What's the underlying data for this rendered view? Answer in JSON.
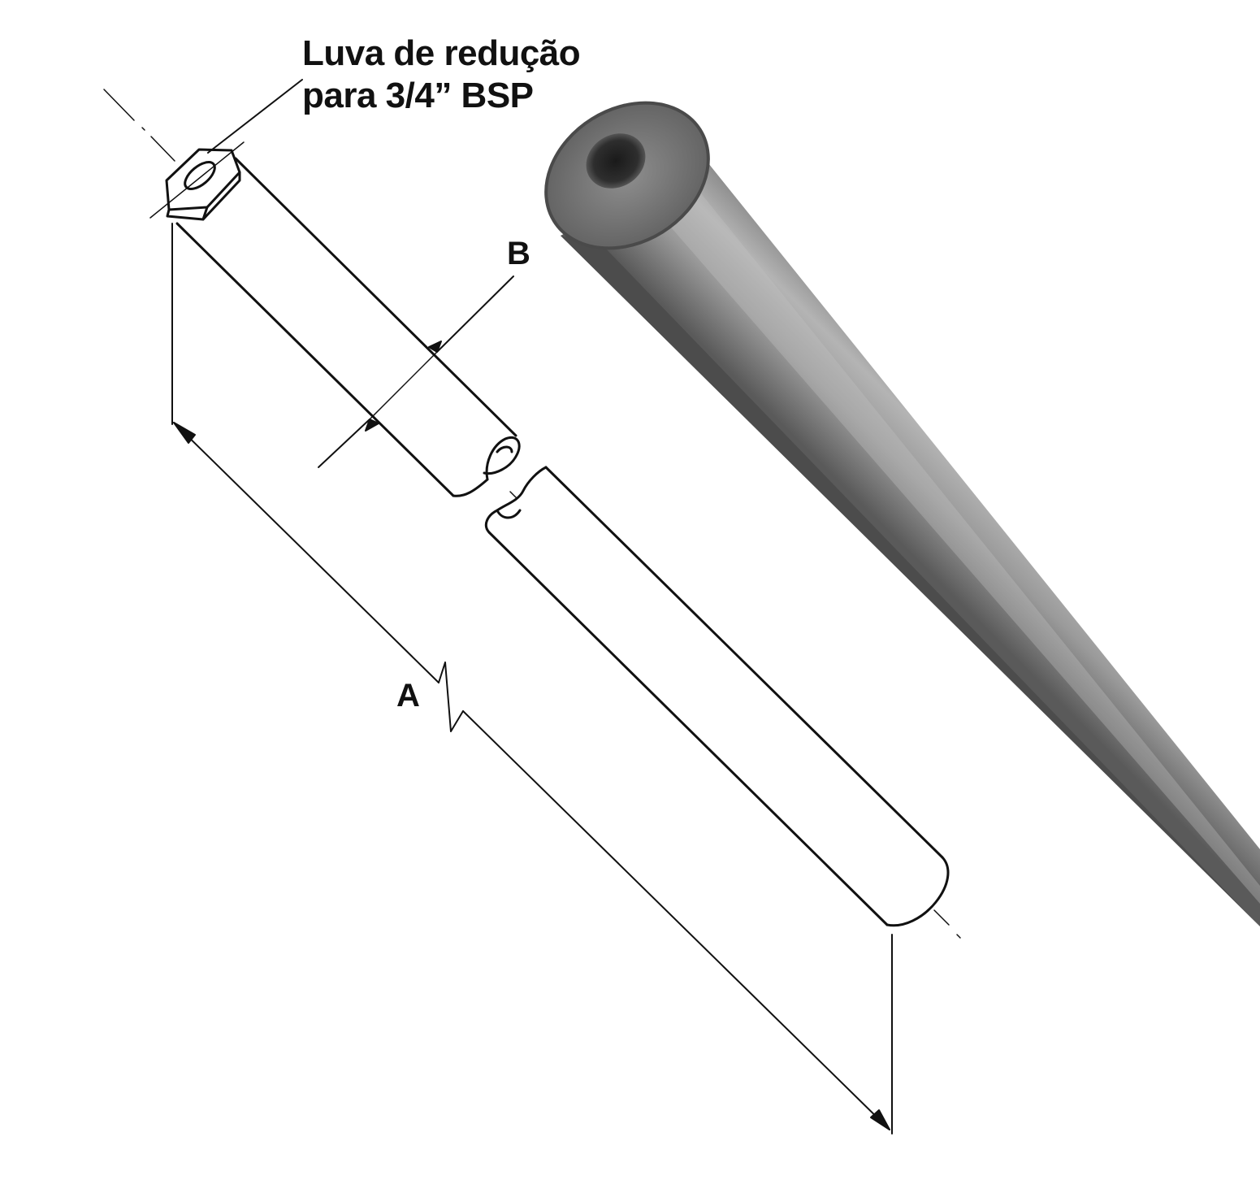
{
  "labels": {
    "fitting_line1": "Luva de redução",
    "fitting_line2": "para 3/4” BSP",
    "dimension_a": "A",
    "dimension_b": "B"
  },
  "colors": {
    "line": "#111111",
    "rod_dark": "#4e4e4e",
    "rod_mid": "#8a8a8a",
    "rod_light": "#b8b8b8",
    "background": "#ffffff"
  }
}
